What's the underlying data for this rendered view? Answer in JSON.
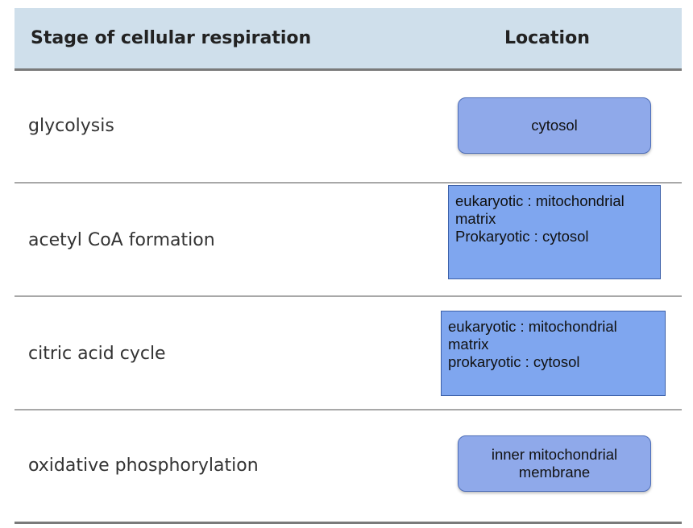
{
  "table": {
    "headers": {
      "stage": "Stage of cellular respiration",
      "location": "Location"
    },
    "rows": [
      {
        "stage": "glycolysis",
        "location_lines": [
          "cytosol"
        ]
      },
      {
        "stage": "acetyl CoA formation",
        "location_lines": [
          "eukaryotic : mitochondrial",
          "matrix",
          "Prokaryotic : cytosol"
        ]
      },
      {
        "stage": "citric acid cycle",
        "location_lines": [
          "eukaryotic : mitochondrial",
          "matrix",
          "prokaryotic : cytosol"
        ]
      },
      {
        "stage": "oxidative phosphorylation",
        "location_lines": [
          "inner mitochondrial",
          "membrane"
        ]
      }
    ]
  },
  "colors": {
    "header_background": "#cfdfeb",
    "rounded_box_fill": "#8fa9ea",
    "square_box_fill": "#7fa6ef"
  }
}
